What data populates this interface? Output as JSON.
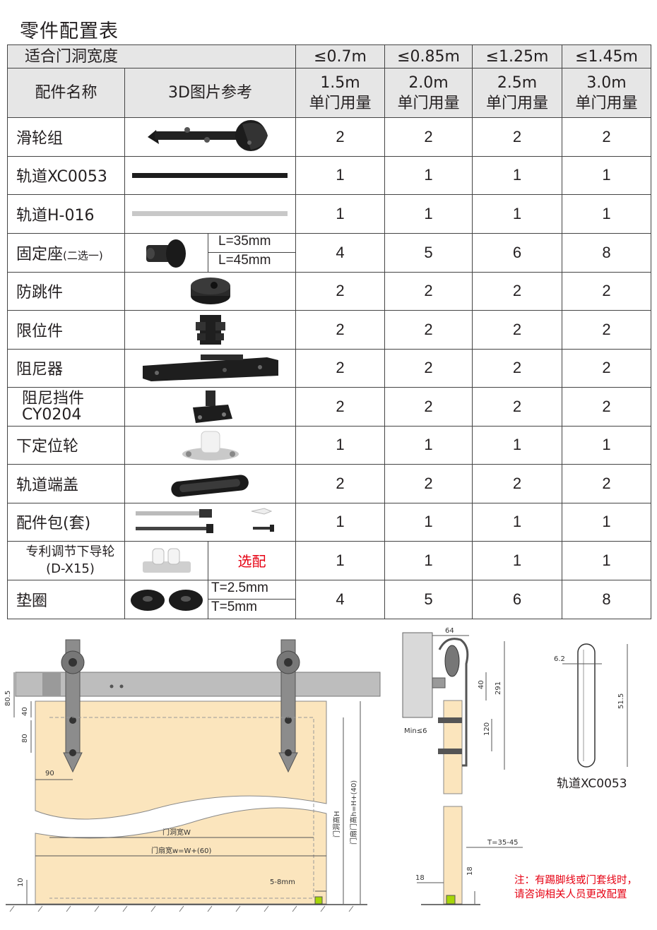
{
  "title": "零件配置表",
  "table": {
    "header_fit": "适合门洞宽度",
    "header_name": "配件名称",
    "header_pic": "3D图片参考",
    "widths": [
      "≤0.7m",
      "≤0.85m",
      "≤1.25m",
      "≤1.45m"
    ],
    "door_widths": [
      "1.5m",
      "2.0m",
      "2.5m",
      "3.0m"
    ],
    "usage_label": "单门用量",
    "rows": [
      {
        "name": "滑轮组",
        "icon": "roller-assembly-icon",
        "q": [
          "2",
          "2",
          "2",
          "2"
        ]
      },
      {
        "name": "轨道XC0053",
        "icon": "black-rail-icon",
        "q": [
          "1",
          "1",
          "1",
          "1"
        ]
      },
      {
        "name": "轨道H-016",
        "icon": "silver-rail-icon",
        "q": [
          "1",
          "1",
          "1",
          "1"
        ]
      },
      {
        "name": "固定座",
        "name_small": "(二选一)",
        "icon": "spacer-bushing-icon",
        "sub": [
          "L=35mm",
          "L=45mm"
        ],
        "q": [
          "4",
          "5",
          "6",
          "8"
        ]
      },
      {
        "name": "防跳件",
        "icon": "anti-jump-icon",
        "q": [
          "2",
          "2",
          "2",
          "2"
        ]
      },
      {
        "name": "限位件",
        "icon": "stopper-icon",
        "q": [
          "2",
          "2",
          "2",
          "2"
        ]
      },
      {
        "name": "阻尼器",
        "icon": "damper-icon",
        "q": [
          "2",
          "2",
          "2",
          "2"
        ]
      },
      {
        "name": "阻尼挡件",
        "name2": "CY0204",
        "icon": "damper-stop-icon",
        "q": [
          "2",
          "2",
          "2",
          "2"
        ]
      },
      {
        "name": "下定位轮",
        "icon": "floor-guide-wheel-icon",
        "q": [
          "1",
          "1",
          "1",
          "1"
        ]
      },
      {
        "name": "轨道端盖",
        "icon": "rail-end-cap-icon",
        "q": [
          "2",
          "2",
          "2",
          "2"
        ]
      },
      {
        "name": "配件包(套)",
        "icon": "screw-kit-icon",
        "q": [
          "1",
          "1",
          "1",
          "1"
        ]
      },
      {
        "name": "专利调节下导轮",
        "name2": "(D-X15)",
        "icon": "adjustable-guide-icon",
        "optional": "选配",
        "q": [
          "1",
          "1",
          "1",
          "1"
        ]
      },
      {
        "name": "垫圈",
        "icon": "washer-icon",
        "sub": [
          "T=2.5mm",
          "T=5mm"
        ],
        "q": [
          "4",
          "5",
          "6",
          "8"
        ]
      }
    ]
  },
  "diagram": {
    "front": {
      "dim_80_5": "80.5",
      "dim_40": "40",
      "dim_80": "80",
      "dim_90": "90",
      "dim_10": "10",
      "opening_width": "门洞宽W",
      "door_width": "门扇宽w=W+(60)",
      "gap": "5-8mm",
      "opening_height": "门洞高H",
      "door_height": "门扇门高h=H+(40)"
    },
    "side": {
      "dim_64": "64",
      "dim_40": "40",
      "dim_291": "291",
      "dim_120": "120",
      "min": "Min≤6",
      "thickness": "T=35-45",
      "dim_18a": "18",
      "dim_18b": "18"
    },
    "rail": {
      "dim_6_2": "6.2",
      "dim_51_5": "51.5",
      "caption": "轨道XC0053"
    },
    "note_line1": "注：有踢脚线或门套线时，",
    "note_line2": "请咨询相关人员更改配置"
  }
}
